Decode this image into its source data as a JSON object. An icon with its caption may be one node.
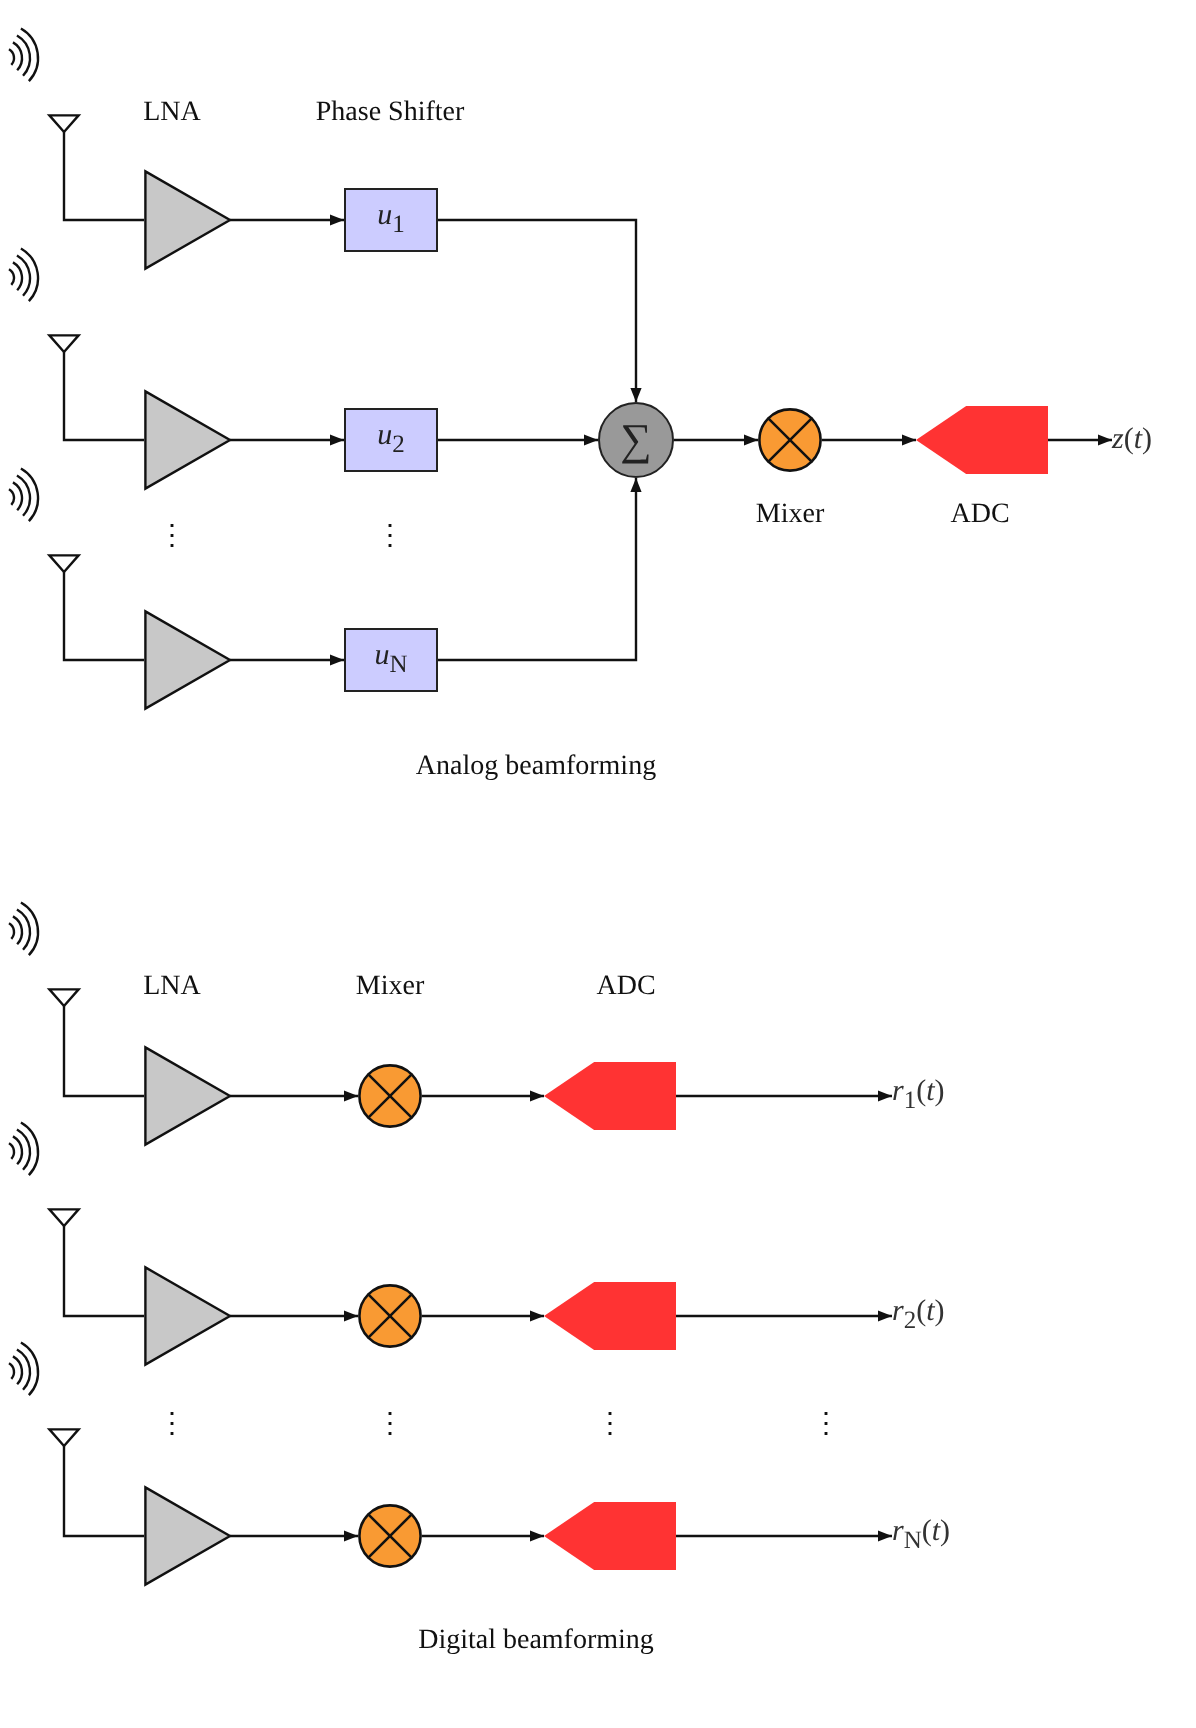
{
  "diagram": {
    "nodes": [
      {
        "text": [],
        "shape": "antenna"
      },
      {
        "text": [],
        "shape": "triangle"
      },
      {
        "text": [
          "*u*$_{1}$"
        ]
      },
      {
        "text": [],
        "shape": "antenna"
      },
      {
        "text": [],
        "shape": "triangle"
      },
      {
        "text": [
          "*u*$_{2}$"
        ]
      },
      {
        "text": [],
        "shape": "antenna"
      },
      {
        "text": [],
        "shape": "triangle"
      },
      {
        "text": [
          "*u*$_{N}$"
        ]
      },
      {
        "text": [
          "∑"
        ]
      },
      {
        "text": [],
        "shape": "circle"
      },
      {
        "text": [],
        "shape": "pentagon"
      },
      {
        "text": [
          "*z*(*t*)"
        ]
      },
      {
        "text": [],
        "shape": "antenna"
      },
      {
        "text": [],
        "shape": "triangle"
      },
      {
        "text": [],
        "shape": "circle"
      },
      {
        "text": [],
        "shape": "pentagon"
      },
      {
        "text": [
          "*r*$_{1}$(*t*)"
        ]
      },
      {
        "text": [],
        "shape": "antenna"
      },
      {
        "text": [],
        "shape": "triangle"
      },
      {
        "text": [],
        "shape": "circle"
      },
      {
        "text": [],
        "shape": "pentagon"
      },
      {
        "text": [
          "*r*$_{2}$(*t*)"
        ]
      },
      {
        "text": [],
        "shape": "antenna"
      },
      {
        "text": [],
        "shape": "triangle"
      },
      {
        "text": [],
        "shape": "circle"
      },
      {
        "text": [],
        "shape": "pentagon"
      },
      {
        "text": [
          "*r*$_{N}$(*t*)"
        ]
      }
    ],
    "edges": [
      {
        "from": 0,
        "to": 1,
        "arrow": "none"
      },
      {
        "from": 1,
        "to": 2,
        "arrow": "to"
      },
      {
        "from": 2,
        "to": 9,
        "arrow": "to"
      },
      {
        "from": 3,
        "to": 4,
        "arrow": "none"
      },
      {
        "from": 4,
        "to": 5,
        "arrow": "to"
      },
      {
        "from": 5,
        "to": 9,
        "arrow": "to"
      },
      {
        "from": 6,
        "to": 7,
        "arrow": "none"
      },
      {
        "from": 7,
        "to": 8,
        "arrow": "to"
      },
      {
        "from": 8,
        "to": 9,
        "arrow": "to"
      },
      {
        "from": 9,
        "to": 10,
        "arrow": "to"
      },
      {
        "from": 10,
        "to": 11,
        "arrow": "to"
      },
      {
        "from": 11,
        "to": 12,
        "arrow": "to"
      },
      {
        "from": 13,
        "to": 14,
        "arrow": "none"
      },
      {
        "from": 14,
        "to": 15,
        "arrow": "to"
      },
      {
        "from": 15,
        "to": 16,
        "arrow": "to"
      },
      {
        "from": 16,
        "to": 17,
        "arrow": "to"
      },
      {
        "from": 18,
        "to": 19,
        "arrow": "none"
      },
      {
        "from": 19,
        "to": 20,
        "arrow": "to"
      },
      {
        "from": 20,
        "to": 21,
        "arrow": "to"
      },
      {
        "from": 21,
        "to": 22,
        "arrow": "to"
      },
      {
        "from": 23,
        "to": 24,
        "arrow": "none"
      },
      {
        "from": 24,
        "to": 25,
        "arrow": "to"
      },
      {
        "from": 25,
        "to": 26,
        "arrow": "to"
      },
      {
        "from": 26,
        "to": 27,
        "arrow": "to"
      }
    ],
    "labels": [
      "LNA",
      "Phase Shifter",
      "Mixer",
      "ADC",
      "⋮",
      "⋮",
      "Analog beamforming",
      "LNA",
      "Mixer",
      "ADC",
      "⋮",
      "⋮",
      "⋮",
      "⋮",
      "Digital beamforming"
    ]
  }
}
